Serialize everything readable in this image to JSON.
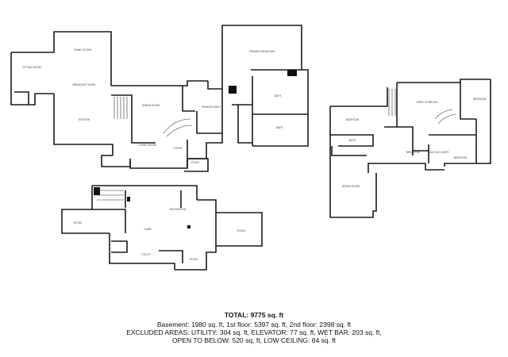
{
  "summary": {
    "total": "TOTAL: 9775 sq. ft",
    "line1": "Basement: 1980 sq. ft, 1st floor: 5397 sq. ft, 2nd floor: 2398 sq. ft",
    "line2": "EXCLUDED AREAS: UTILITY: 304 sq. ft, ELEVATOR: 77 sq. ft, WET BAR: 203 sq. ft,",
    "line3": "OPEN TO BELOW: 520 sq. ft, LOW CEILING: 84 sq. ft"
  }
}
